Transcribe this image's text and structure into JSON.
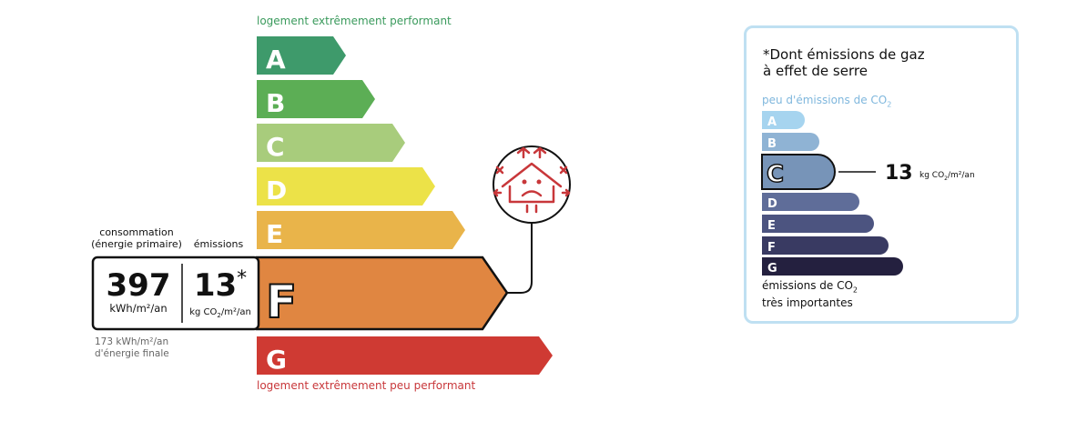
{
  "energy": {
    "top_caption": "logement extrêmement performant",
    "bottom_caption": "logement extrêmement peu performant",
    "classes": [
      {
        "letter": "A",
        "color": "#3e9a6b"
      },
      {
        "letter": "B",
        "color": "#5cae55"
      },
      {
        "letter": "C",
        "color": "#a8cc7c"
      },
      {
        "letter": "D",
        "color": "#ece248"
      },
      {
        "letter": "E",
        "color": "#e9b44a"
      },
      {
        "letter": "F",
        "color": "#e08641"
      },
      {
        "letter": "G",
        "color": "#cf3a33"
      }
    ],
    "current_class": "F",
    "consumption_label": "consommation",
    "consumption_label_2": "(énergie primaire)",
    "emissions_label": "émissions",
    "consumption_value": "397",
    "consumption_unit": "kWh/m²/an",
    "emissions_value": "13",
    "emissions_star": "*",
    "emissions_unit_prefix": "kg CO",
    "emissions_unit_sub": "2",
    "emissions_unit_suffix": "/m²/an",
    "final_energy_line1": "173 kWh/m²/an",
    "final_energy_line2": "d'énergie finale",
    "icon": "sad-house-thermal-loss-icon",
    "icon_color": "#c8373a"
  },
  "ges": {
    "title_line1": "*Dont émissions de gaz",
    "title_line2": "à effet de serre",
    "low_label": "peu d'émissions de CO",
    "low_label_sub": "2",
    "high_label_line1": "émissions de CO",
    "high_label_sub": "2",
    "high_label_line2": "très importantes",
    "classes": [
      {
        "letter": "A",
        "color": "#a6d4ef"
      },
      {
        "letter": "B",
        "color": "#8fb3d4"
      },
      {
        "letter": "C",
        "color": "#7794b8"
      },
      {
        "letter": "D",
        "color": "#5f6d99"
      },
      {
        "letter": "E",
        "color": "#4c5480"
      },
      {
        "letter": "F",
        "color": "#393a62"
      },
      {
        "letter": "G",
        "color": "#24203f"
      }
    ],
    "current_class": "C",
    "value": "13",
    "unit_prefix": "kg CO",
    "unit_sub": "2",
    "unit_suffix": "/m²/an",
    "box_border_color": "#bfe0f2"
  }
}
